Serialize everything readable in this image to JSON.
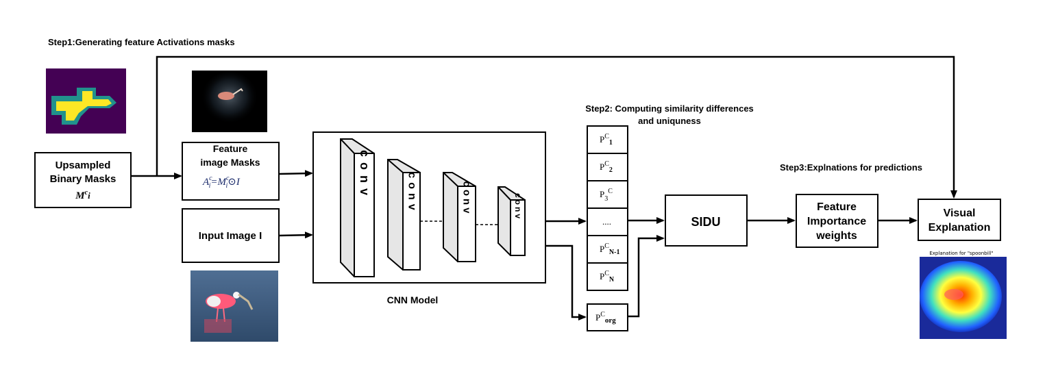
{
  "steps": {
    "step1": "Step1:Generating feature Activations masks",
    "step2_line1": "Step2: Computing similarity differences",
    "step2_line2": "and uniquness",
    "step3": "Step3:Explnations for predictions"
  },
  "boxes": {
    "binary_masks_line1": "Upsampled",
    "binary_masks_line2": "Binary Masks",
    "binary_masks_symbol": "M",
    "binary_masks_sup": "c",
    "binary_masks_sub": "i",
    "feature_masks_line1": "Feature",
    "feature_masks_line2": "image Masks",
    "feature_masks_formula": {
      "a": "A",
      "a_sup": "c",
      "a_sub": "i",
      "eq": "=",
      "m": "M",
      "m_sup": "c",
      "m_sub": "i",
      "op": "⊙I"
    },
    "input_image": "Input Image I",
    "sidu": "SIDU",
    "weights_line1": "Feature",
    "weights_line2": "Importance",
    "weights_line3": "weights",
    "visual_line1": "Visual",
    "visual_line2": "Explanation"
  },
  "cnn": {
    "label": "CNN Model",
    "layers": [
      "conv",
      "conv",
      "conv",
      "conv"
    ]
  },
  "predictions": [
    {
      "base": "P",
      "sup": "C",
      "sub": "1"
    },
    {
      "base": "P",
      "sup": "C",
      "sub": "2"
    },
    {
      "base": "P",
      "sub": "3",
      "sup": "C"
    },
    {
      "base": "...."
    },
    {
      "base": "P",
      "sup": "C",
      "sub": "N-1"
    },
    {
      "base": "P",
      "sup": "C",
      "sub": "N"
    }
  ],
  "prediction_org": {
    "base": "P",
    "sup": "C",
    "sub": "org"
  },
  "images": {
    "explanation_caption": "Explanation for \"spoonbill\""
  },
  "colors": {
    "mask_background": "#440154",
    "mask_mid": "#21918c",
    "mask_high": "#fde725",
    "box_stroke": "#000000",
    "conv_side": "#e6e6e6"
  }
}
